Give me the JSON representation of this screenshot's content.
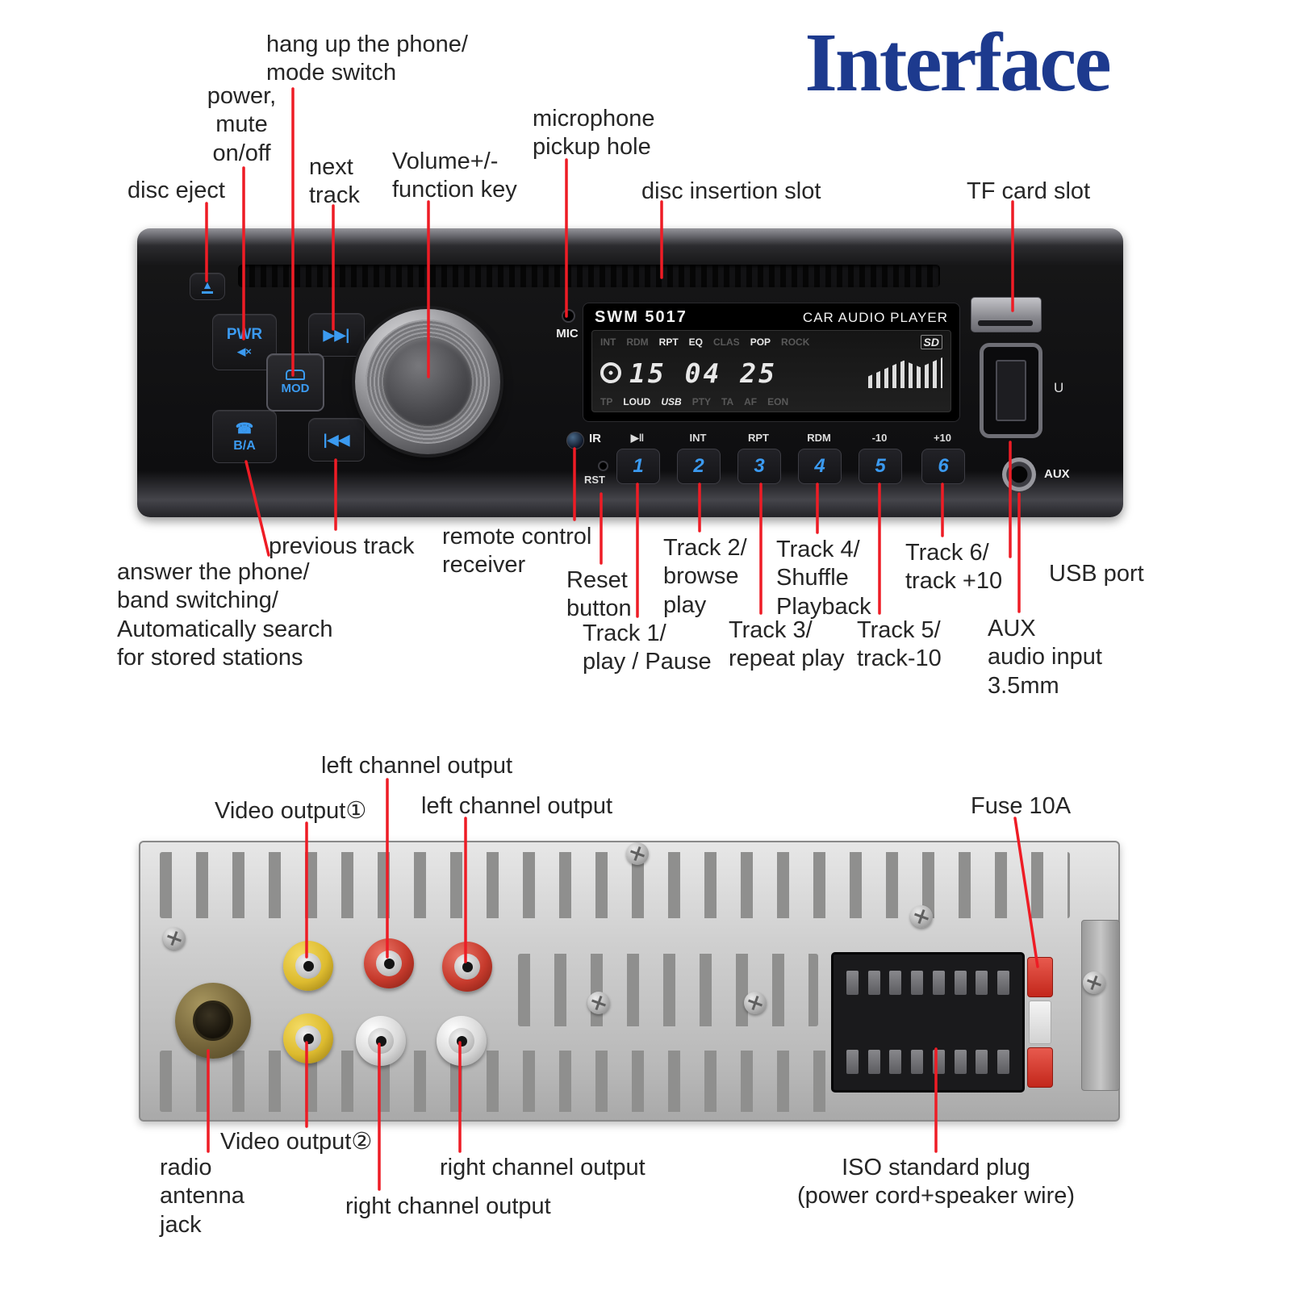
{
  "title": "Interface",
  "colors": {
    "leader_line_red": "#ee1c25",
    "title_blue": "#1d3a8e",
    "button_blue": "#3b9af0"
  },
  "device_front": {
    "model": "SWM 5017",
    "product": "CAR AUDIO PLAYER",
    "buttons": {
      "eject_icon": "▲",
      "pwr": "PWR",
      "mute_icon": "◀×",
      "next_icon": "▶▶|",
      "prev_icon": "|◀◀",
      "mod": "MOD",
      "phone_icon": "☎",
      "ba": "B/A",
      "mic": "MIC",
      "ir": "IR",
      "rst": "RST",
      "usb": "U",
      "aux": "AUX",
      "numbers": [
        "1",
        "2",
        "3",
        "4",
        "5",
        "6"
      ],
      "functions": [
        "▶‖",
        "INT",
        "RPT",
        "RDM",
        "-10",
        "+10"
      ]
    },
    "display": {
      "top_indicators": [
        "INT",
        "RDM",
        "RPT",
        "EQ",
        "CLAS",
        "POP",
        "ROCK"
      ],
      "sd": "SD",
      "time": "15 04 25",
      "bottom_indicators": [
        "TP",
        "LOUD",
        "USB",
        "PTY",
        "TA",
        "AF",
        "EON"
      ]
    }
  },
  "labels_front": {
    "hang_up": "hang up the phone/\nmode switch",
    "power_mute": "power,\nmute\non/off",
    "disc_eject": "disc eject",
    "next_track": "next\ntrack",
    "volume": "Volume+/-\nfunction key",
    "mic": "microphone\npickup hole",
    "disc_slot": "disc insertion slot",
    "tf_slot": "TF card slot",
    "previous_track": "previous track",
    "remote": "remote control\nreceiver",
    "reset": "Reset\nbutton",
    "track2": "Track 2/\nbrowse\nplay",
    "track4": "Track 4/\nShuffle\nPlayback",
    "track6": "Track 6/\ntrack +10",
    "usb_port": "USB port",
    "answer": "answer the phone/\nband switching/\nAutomatically search\nfor stored stations",
    "track1": "Track 1/\nplay / Pause",
    "track3": "Track 3/\nrepeat play",
    "track5": "Track 5/\ntrack-10",
    "aux": "AUX\naudio input\n3.5mm"
  },
  "labels_rear": {
    "left_channel_1": "left channel output",
    "video_output_1": "Video output①",
    "left_channel_2": "left channel output",
    "fuse": "Fuse 10A",
    "video_output_2": "Video output②",
    "antenna": "radio\nantenna\njack",
    "right_channel_1": "right channel output",
    "right_channel_2": "right channel output",
    "iso": "ISO standard plug\n(power cord+speaker wire)"
  }
}
